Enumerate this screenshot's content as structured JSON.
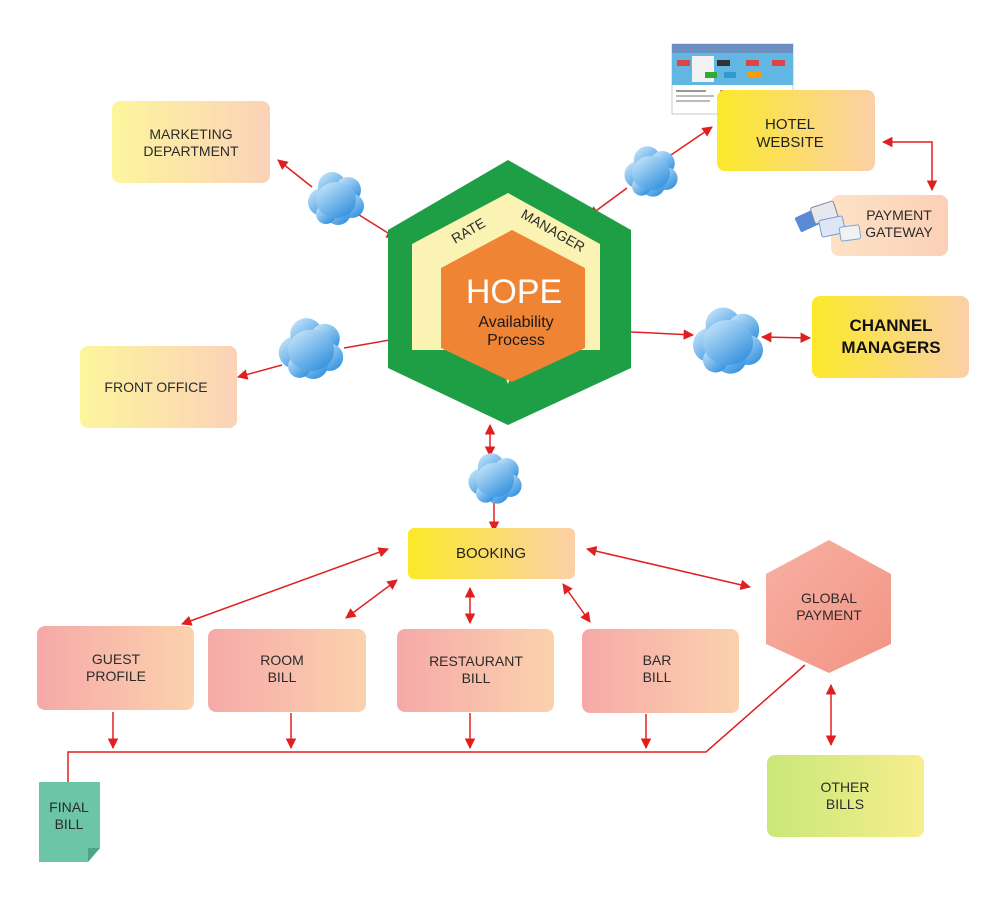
{
  "hub": {
    "ring_words": [
      "RATE",
      "MANAGER"
    ],
    "title": "HOPE",
    "subtitle_line1": "Availability",
    "subtitle_line2": "Process"
  },
  "nodes": {
    "marketing": [
      "MARKETING",
      "DEPARTMENT"
    ],
    "front_office": [
      "FRONT OFFICE"
    ],
    "hotel_website": [
      "HOTEL",
      "WEBSITE"
    ],
    "payment_gateway": [
      "PAYMENT",
      "GATEWAY"
    ],
    "channel_managers": [
      "CHANNEL",
      "MANAGERS"
    ],
    "booking": [
      "BOOKING"
    ],
    "guest_profile": [
      "GUEST",
      "PROFILE"
    ],
    "room_bill": [
      "ROOM",
      "BILL"
    ],
    "restaurant_bill": [
      "RESTAURANT",
      "BILL"
    ],
    "bar_bill": [
      "BAR",
      "BILL"
    ],
    "global_payment": [
      "GLOBAL",
      "PAYMENT"
    ],
    "other_bills": [
      "OTHER",
      "BILLS"
    ],
    "final_bill": [
      "FINAL",
      "BILL"
    ]
  },
  "colors": {
    "hub_outer": "#1e9e45",
    "hub_ring": "#fbf3b4",
    "hub_core": "#ef8434",
    "arrow": "#e02020",
    "cloud_light": "#bfe3fb",
    "cloud_dark": "#3d9be3",
    "final_bill": "#6cc5a6"
  }
}
